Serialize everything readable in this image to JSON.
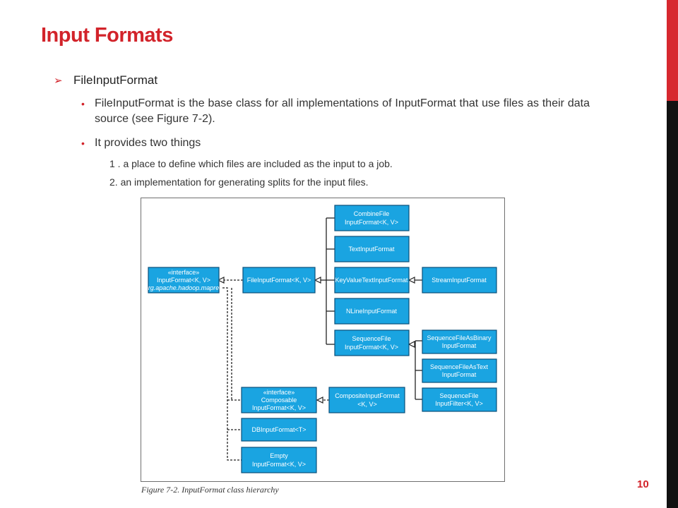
{
  "slide": {
    "title": "Input Formats",
    "level1": {
      "arrow": "➢",
      "text": "FileInputFormat"
    },
    "bullets": [
      {
        "dot": "•",
        "text": "FileInputFormat is the base class for all implementations of InputFormat that use files as their data source (see Figure 7-2)."
      },
      {
        "dot": "•",
        "text": "It provides two things"
      }
    ],
    "numbered": [
      "1 . a place to define which files are included as the input to a job.",
      "2.  an implementation for generating splits for the input files."
    ],
    "figure_caption": "Figure 7-2. InputFormat class hierarchy",
    "page_number": "10"
  },
  "diagram": {
    "nodes": {
      "inputformat": {
        "lines": [
          "«interface»",
          "InputFormat<K, V>",
          "org.apache.hadoop.mapred"
        ]
      },
      "fileinputformat": {
        "lines": [
          "FileInputFormat<K, V>"
        ]
      },
      "combinefile": {
        "lines": [
          "CombineFile",
          "InputFormat<K, V>"
        ]
      },
      "textinputformat": {
        "lines": [
          "TextInputFormat"
        ]
      },
      "keyvaluetext": {
        "lines": [
          "KeyValueTextInputFormat"
        ]
      },
      "streaminputformat": {
        "lines": [
          "StreamInputFormat"
        ]
      },
      "nlineinputformat": {
        "lines": [
          "NLineInputFormat"
        ]
      },
      "sequencefile": {
        "lines": [
          "SequenceFile",
          "InputFormat<K, V>"
        ]
      },
      "seqbinary": {
        "lines": [
          "SequenceFileAsBinary",
          "InputFormat"
        ]
      },
      "seqtext": {
        "lines": [
          "SequenceFileAsText",
          "InputFormat"
        ]
      },
      "seqfilter": {
        "lines": [
          "SequenceFile",
          "InputFilter<K, V>"
        ]
      },
      "composable": {
        "lines": [
          "«interface»",
          "Composable",
          "InputFormat<K, V>"
        ]
      },
      "composite": {
        "lines": [
          "CompositeInputFormat",
          "<K, V>"
        ]
      },
      "dbinput": {
        "lines": [
          "DBInputFormat<T>"
        ]
      },
      "empty": {
        "lines": [
          "Empty",
          "InputFormat<K, V>"
        ]
      }
    }
  }
}
